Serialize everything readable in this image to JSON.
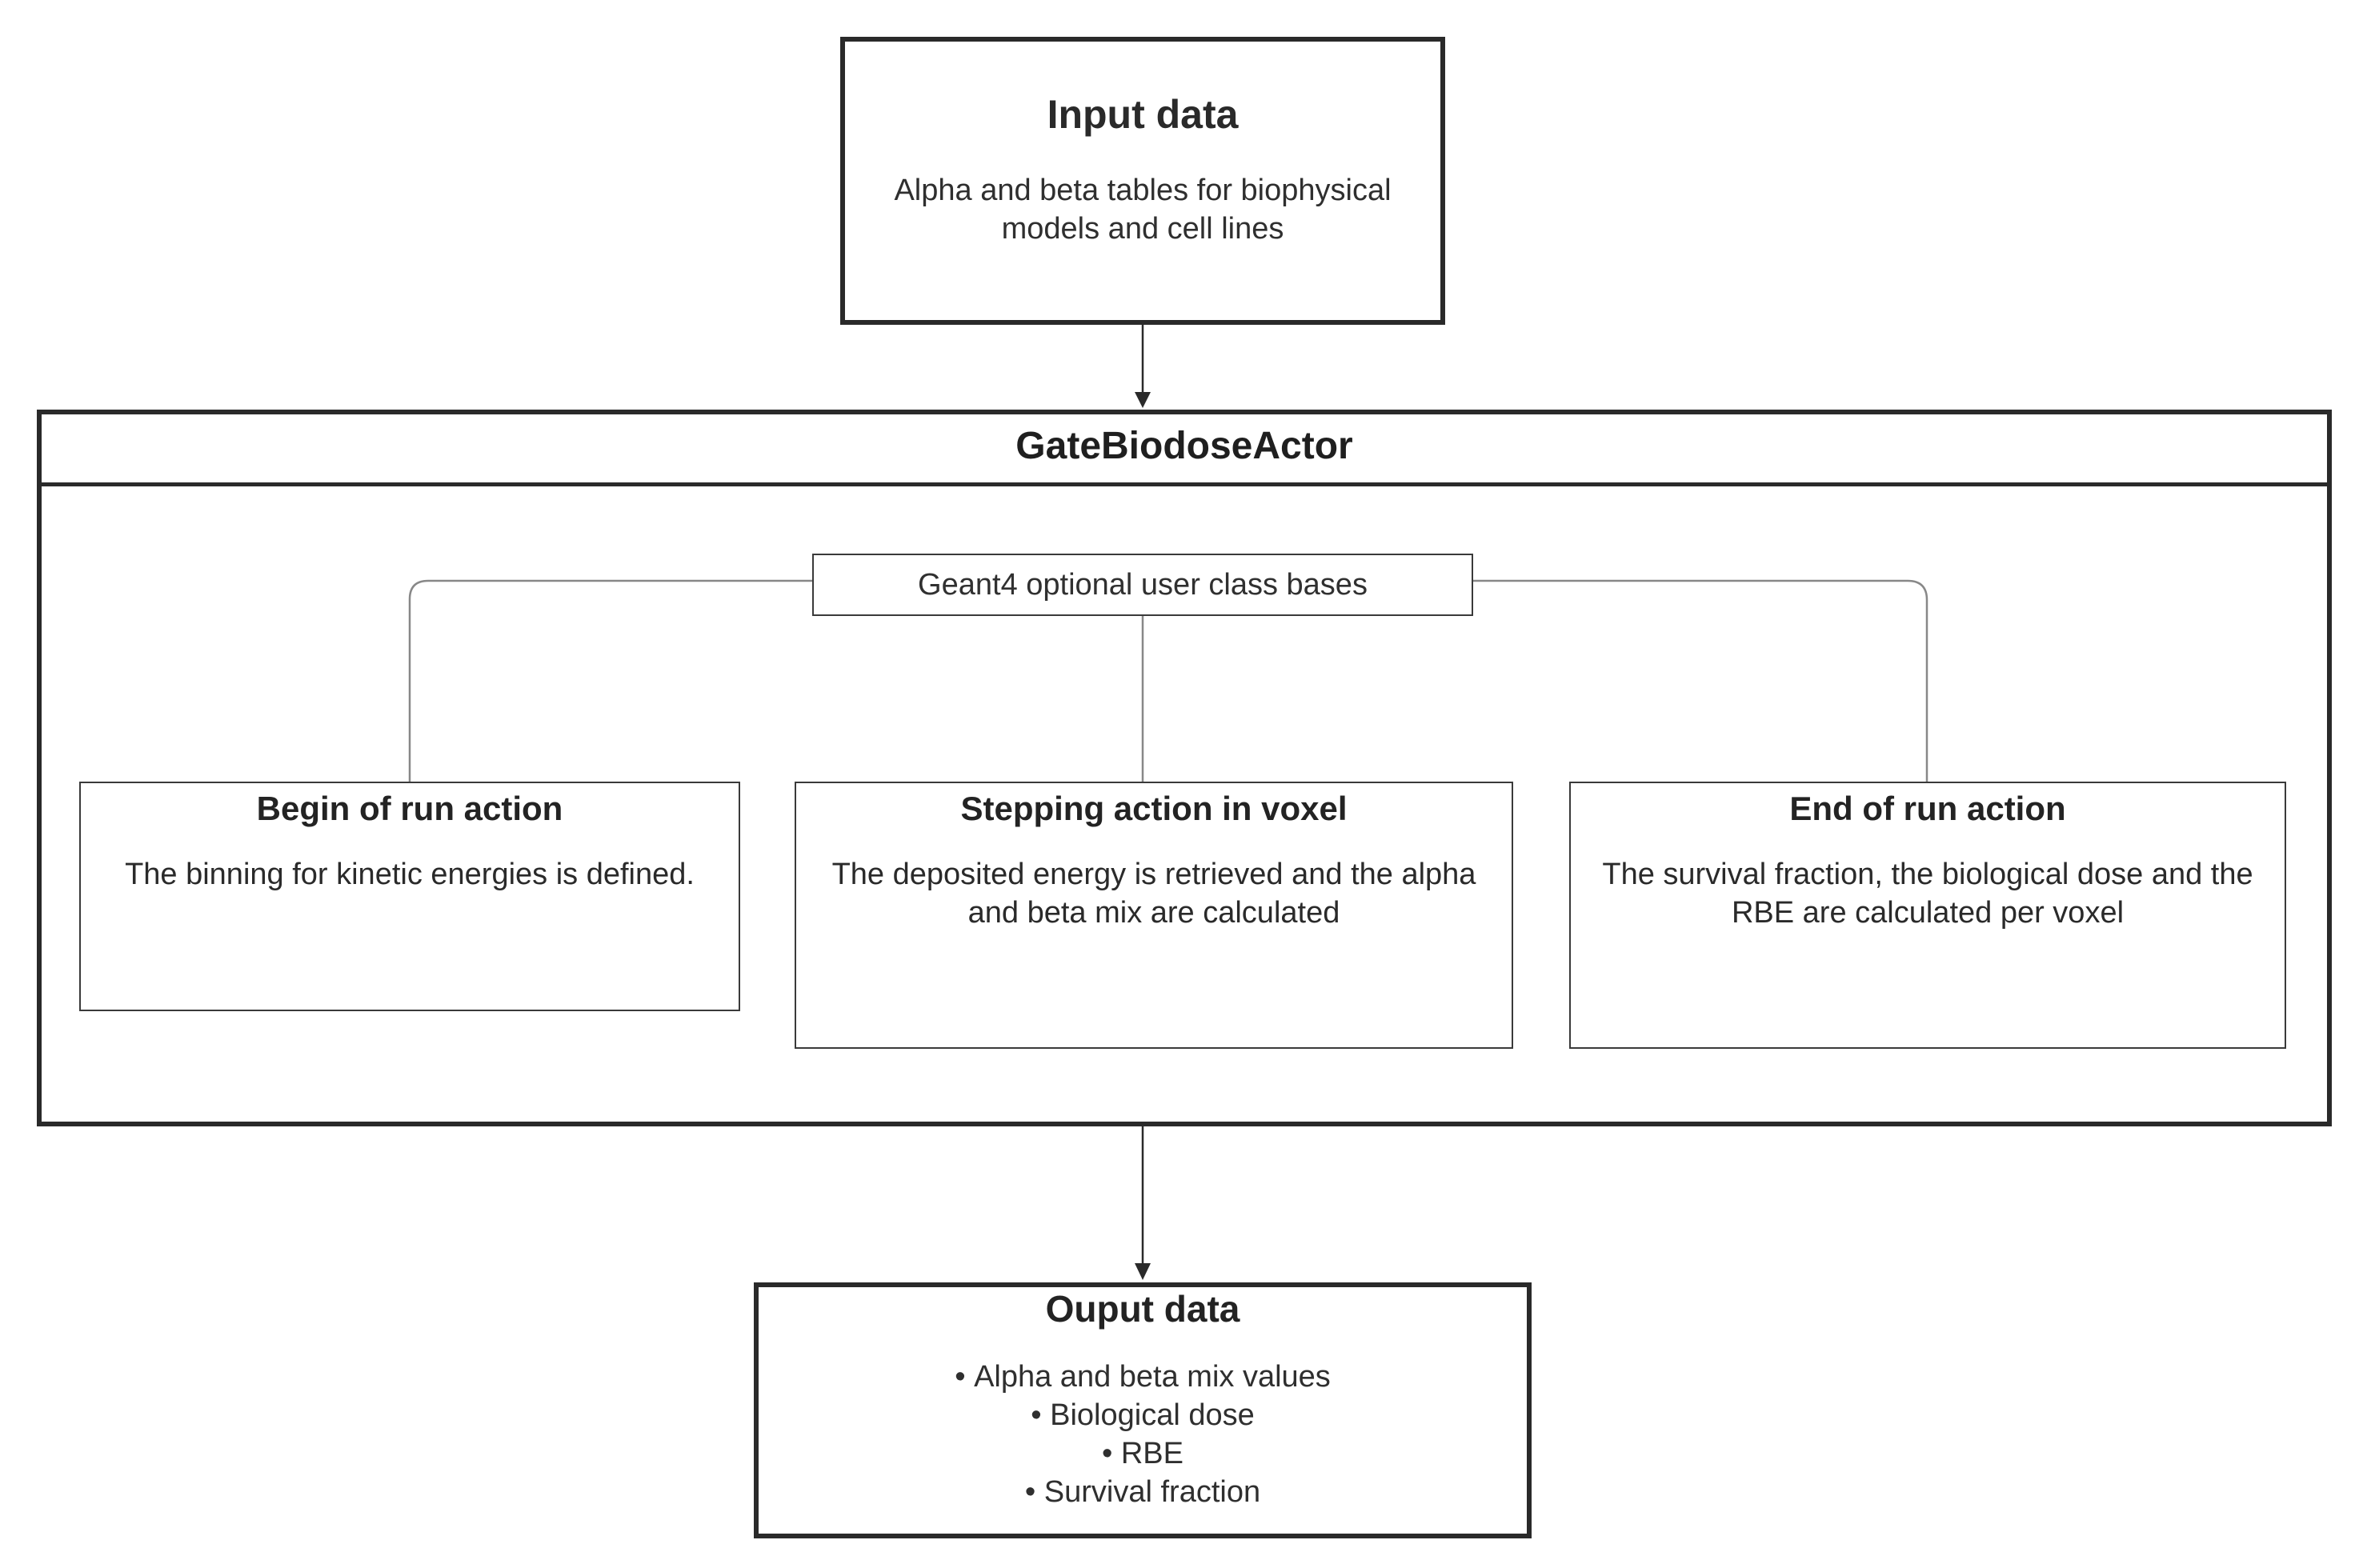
{
  "input_data": {
    "title": "Input data",
    "description": "Alpha and beta tables for biophysical models and cell lines"
  },
  "actor": {
    "title": "GateBiodoseActor",
    "base_class_label": "Geant4 optional user class bases",
    "actions": [
      {
        "title": "Begin of run action",
        "description": "The binning for kinetic energies is defined."
      },
      {
        "title": "Stepping action in voxel",
        "description": "The deposited energy is retrieved and the  alpha and beta mix are calculated"
      },
      {
        "title": "End of run action",
        "description": "The survival fraction, the biological dose and the RBE are calculated per voxel"
      }
    ]
  },
  "output_data": {
    "title": "Ouput data",
    "items": [
      "Alpha and beta mix values",
      "Biological dose",
      "RBE",
      "Survival fraction"
    ]
  }
}
